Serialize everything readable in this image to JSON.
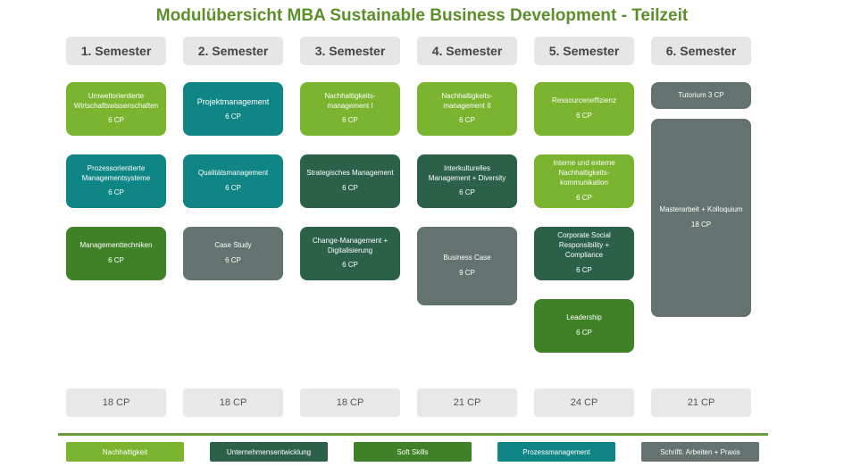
{
  "title": "Modulübersicht MBA Sustainable Business Development - Teilzeit",
  "semesters": [
    "1. Semester",
    "2. Semester",
    "3. Semester",
    "4. Semester",
    "5. Semester",
    "6. Semester"
  ],
  "modules": [
    {
      "name": "Umweltorientierte Wirtschaftswissenschaften",
      "cp": "6 CP",
      "category": "Nachhaltigkeit"
    },
    {
      "name": "Prozessorientierte Managementsysteme",
      "cp": "6 CP",
      "category": "Prozessmanagement"
    },
    {
      "name": "Managementtechniken",
      "cp": "6 CP",
      "category": "Soft Skills"
    },
    {
      "name": "Projektmanagement",
      "cp": "6 CP",
      "category": "Prozessmanagement"
    },
    {
      "name": "Qualitätsmanagement",
      "cp": "6 CP",
      "category": "Prozessmanagement"
    },
    {
      "name": "Case Study",
      "cp": "6 CP",
      "category": "Schriftl. Arbeiten + Praxis"
    },
    {
      "name": "Nachhaltigkeits-management I",
      "cp": "6 CP",
      "category": "Nachhaltigkeit"
    },
    {
      "name": "Strategisches Management",
      "cp": "6 CP",
      "category": "Unternehmensentwicklung"
    },
    {
      "name": "Change-Management + Digitalisierung",
      "cp": "6 CP",
      "category": "Unternehmensentwicklung"
    },
    {
      "name": "Nachhaltigkeits-management II",
      "cp": "6 CP",
      "category": "Nachhaltigkeit"
    },
    {
      "name": "Interkulturelles Management + Diversity",
      "cp": "6 CP",
      "category": "Unternehmensentwicklung"
    },
    {
      "name": "Business Case",
      "cp": "9 CP",
      "category": "Schriftl. Arbeiten + Praxis"
    },
    {
      "name": "Ressourceneffizienz",
      "cp": "6 CP",
      "category": "Nachhaltigkeit"
    },
    {
      "name": "Interne und externe Nachhaltigkeits-kommunikation",
      "cp": "6 CP",
      "category": "Nachhaltigkeit"
    },
    {
      "name": "Corporate Social Responsibility + Compliance",
      "cp": "6 CP",
      "category": "Unternehmensentwicklung"
    },
    {
      "name": "Leadership",
      "cp": "6 CP",
      "category": "Soft Skills"
    },
    {
      "name": "Tutorium 3 CP",
      "cp": "",
      "category": "Schriftl. Arbeiten + Praxis"
    },
    {
      "name": "Masterarbeit + Kolloquium",
      "cp": "18 CP",
      "category": "Schriftl. Arbeiten + Praxis"
    }
  ],
  "totals": [
    "18 CP",
    "18 CP",
    "18 CP",
    "21 CP",
    "24 CP",
    "21 CP"
  ],
  "legend": [
    {
      "label": "Nachhaltigkeit",
      "color": "#7bb42e"
    },
    {
      "label": "Unternehmensentwicklung",
      "color": "#2b6049"
    },
    {
      "label": "Soft Skills",
      "color": "#3f8127"
    },
    {
      "label": "Prozessmanagement",
      "color": "#0f8585"
    },
    {
      "label": "Schriftl. Arbeiten + Praxis",
      "color": "#647270"
    }
  ]
}
